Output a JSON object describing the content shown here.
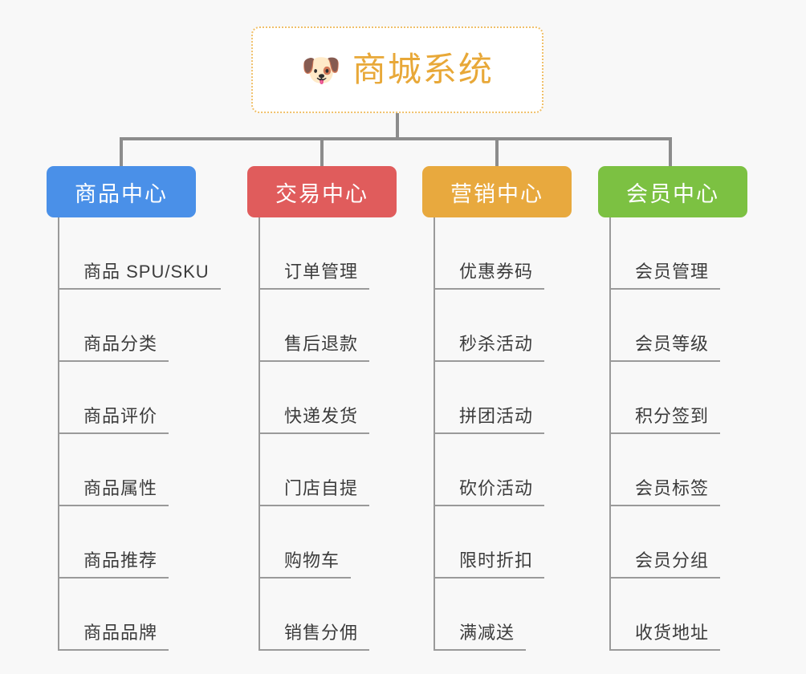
{
  "page": {
    "background_color": "#f8f8f8",
    "type": "mindmap-org-chart"
  },
  "root": {
    "icon": "dog-face-icon",
    "emoji": "🐶",
    "title": "商城系统",
    "text_color": "#e8a838",
    "border_color": "#f0c06a",
    "background_color": "#ffffff"
  },
  "connector": {
    "color": "#8c8c8c"
  },
  "columns": [
    {
      "id": "product-center",
      "header": "商品中心",
      "color": "#4a90e8",
      "items": [
        "商品 SPU/SKU",
        "商品分类",
        "商品评价",
        "商品属性",
        "商品推荐",
        "商品品牌"
      ]
    },
    {
      "id": "trade-center",
      "header": "交易中心",
      "color": "#e05c5c",
      "items": [
        "订单管理",
        "售后退款",
        "快递发货",
        "门店自提",
        "购物车",
        "销售分佣"
      ]
    },
    {
      "id": "marketing-center",
      "header": "营销中心",
      "color": "#e8a93e",
      "items": [
        "优惠券码",
        "秒杀活动",
        "拼团活动",
        "砍价活动",
        "限时折扣",
        "满减送"
      ]
    },
    {
      "id": "member-center",
      "header": "会员中心",
      "color": "#7cc142",
      "items": [
        "会员管理",
        "会员等级",
        "积分签到",
        "会员标签",
        "会员分组",
        "收货地址"
      ]
    }
  ]
}
